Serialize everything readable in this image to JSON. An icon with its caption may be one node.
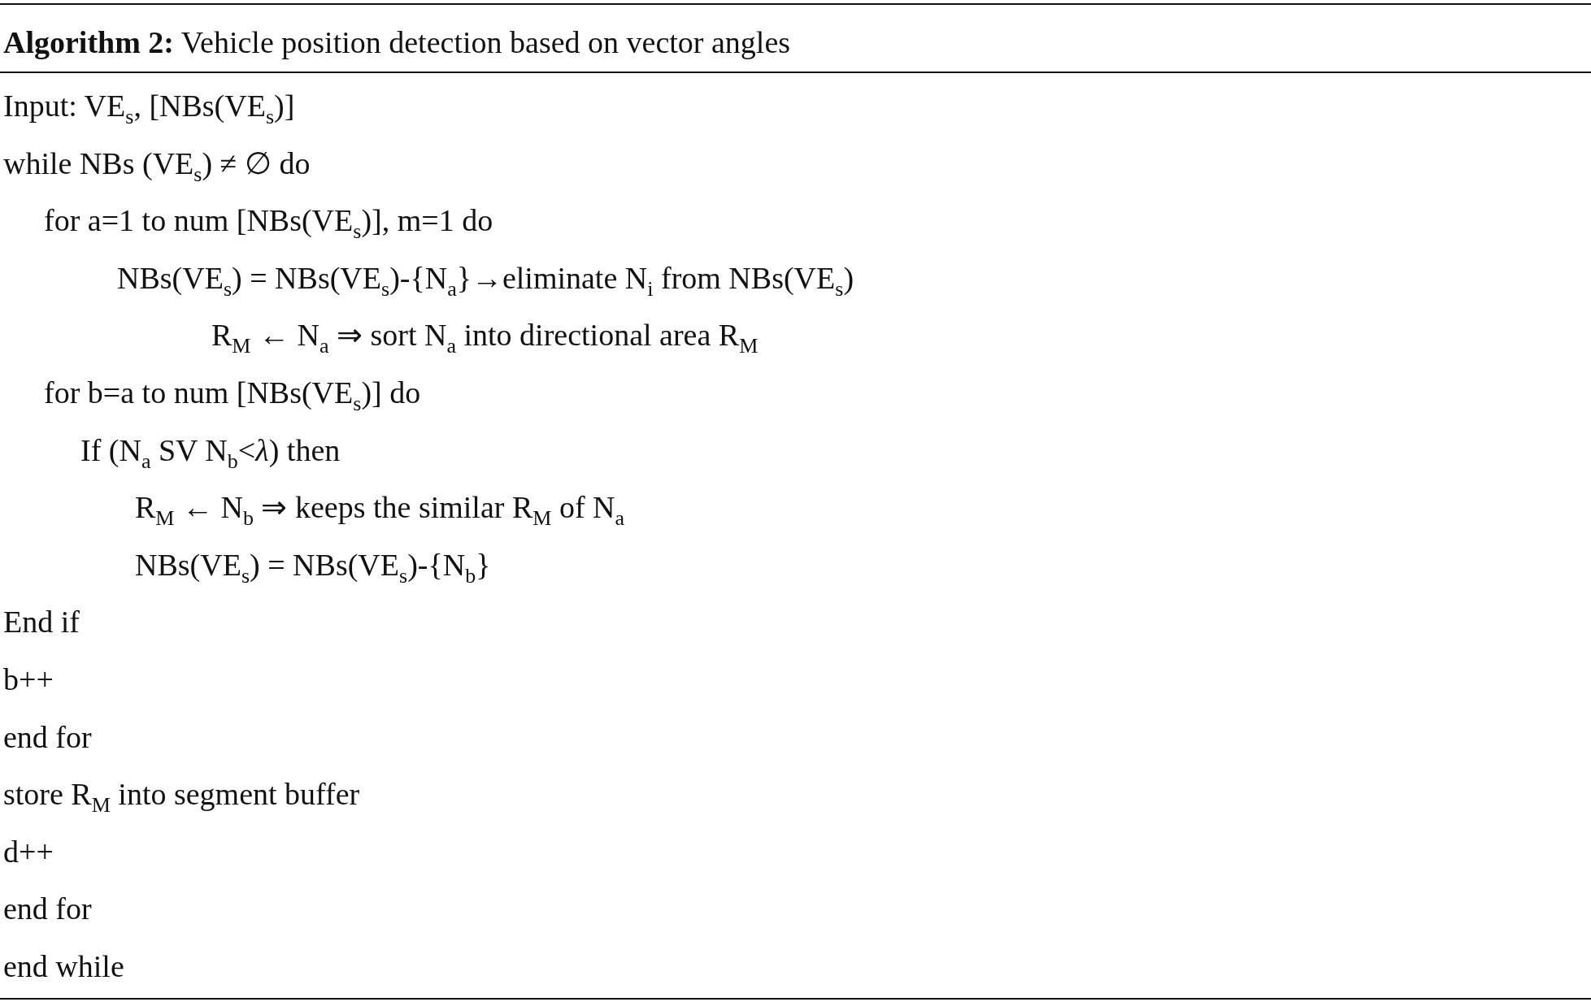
{
  "diagram": {
    "title": "**Algorithm 2:** Vehicle position detection based on vector angles",
    "labels": [
      "Input: VE$_{s}$, [NBs(VE$_{s}$)]",
      "while NBs (VE$_{s}$) ≠ ∅ do",
      "for a=1 to num [NBs(VE$_{s}$)], m=1 do",
      "NBs(VE$_{s}$) = NBs(VE$_{s}$)-{N$_{a}$}→eliminate N$_{i}$ from NBs(VE$_{s}$)",
      "R$_{M}$ ← N$_{a}$ ⇒ sort N$_{a}$ into directional area R$_{M}$",
      "for b=a to num [NBs(VE$_{s}$)] do",
      "If (N$_{a}$ SV N$_{b}$<*λ*) then",
      "R$_{M}$ ← N$_{b}$ ⇒ keeps the similar R$_{M}$ of N$_{a}$",
      "NBs(VE$_{s}$) = NBs(VE$_{s}$)-{N$_{b}$}",
      "End if",
      "b++",
      "end for",
      "store R$_{M}$ into segment buffer",
      "d++",
      "end for",
      "end while"
    ]
  }
}
